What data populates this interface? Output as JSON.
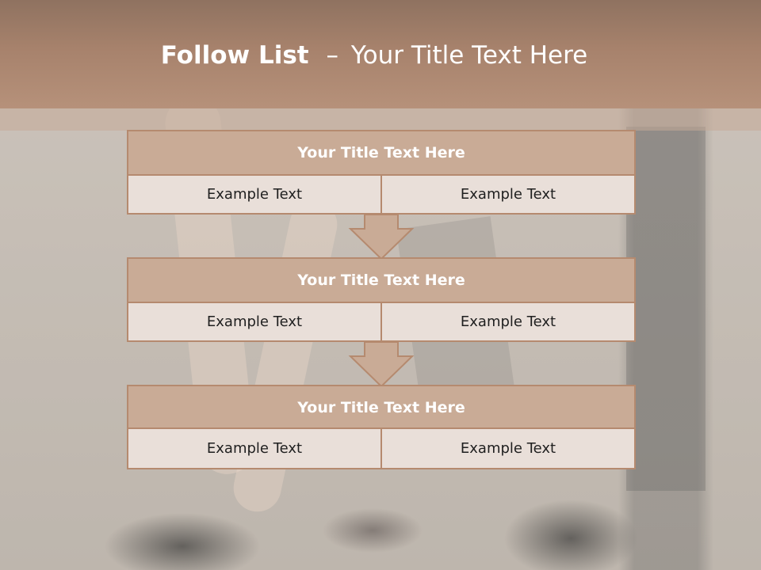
{
  "header": {
    "title_strong": "Follow List",
    "title_separator": "–",
    "title_rest": "Your Title Text Here"
  },
  "steps": [
    {
      "title": "Your Title Text Here",
      "left": "Example Text",
      "right": "Example Text"
    },
    {
      "title": "Your Title Text Here",
      "left": "Example Text",
      "right": "Example Text"
    },
    {
      "title": "Your Title Text Here",
      "left": "Example Text",
      "right": "Example Text"
    }
  ],
  "colors": {
    "header": "#a7826c",
    "box_title_bg": "#c9ab96",
    "box_border": "#b58a6f",
    "box_body_bg": "#e9dfd9",
    "arrow_fill": "#c9ab96"
  },
  "icons": {
    "connector": "down-arrow-icon"
  }
}
